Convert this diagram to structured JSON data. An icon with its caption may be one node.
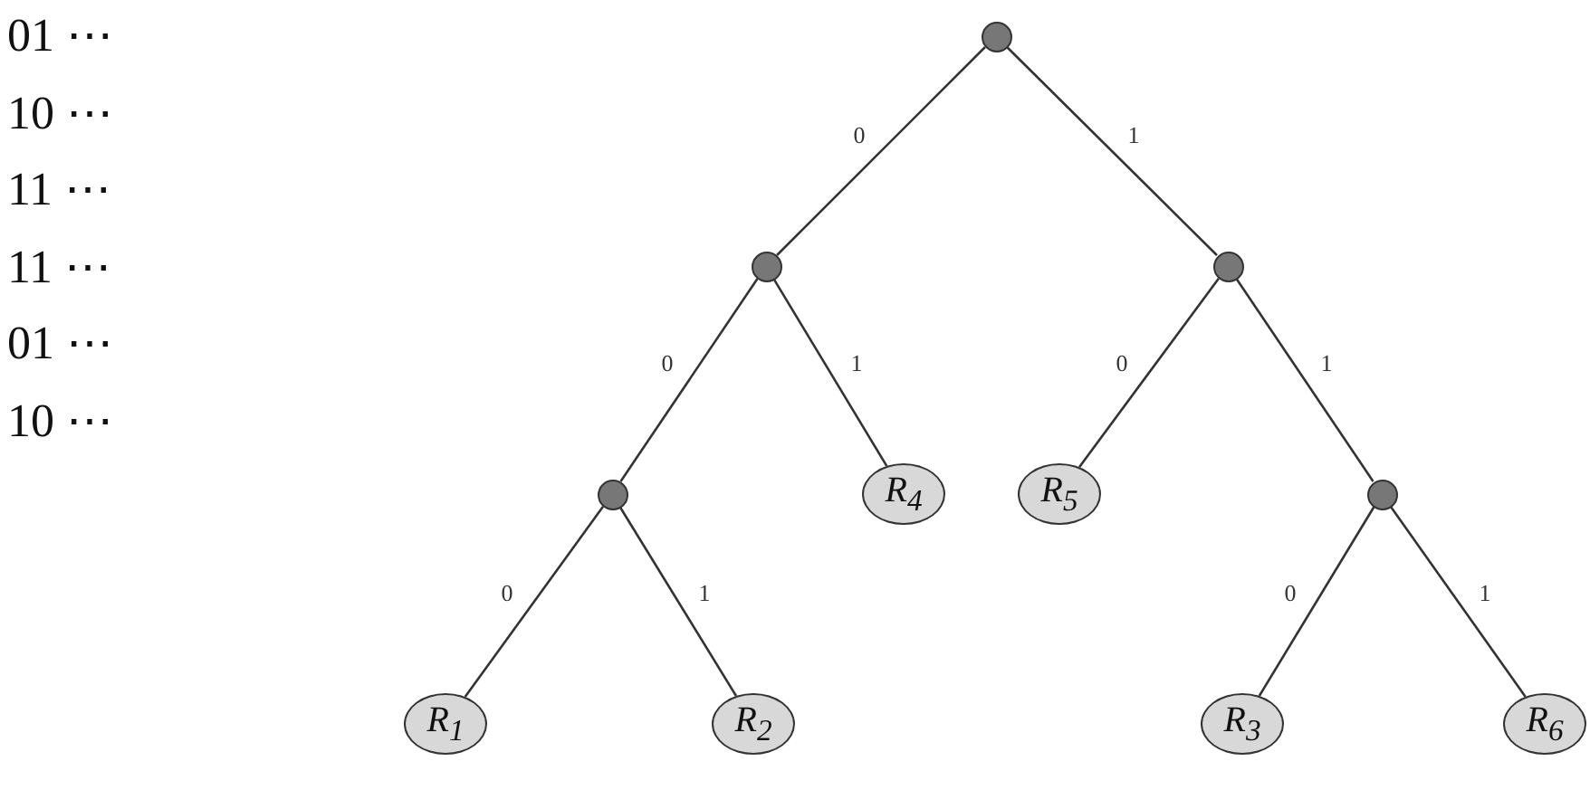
{
  "diagram": {
    "nodes": [
      {
        "text": [],
        "shape": "circle"
      },
      {
        "text": [],
        "shape": "circle"
      },
      {
        "text": [],
        "shape": "circle"
      },
      {
        "text": [],
        "shape": "circle"
      },
      {
        "text": [
          "R$_{4}$"
        ]
      },
      {
        "text": [
          "R$_{5}$"
        ]
      },
      {
        "text": [],
        "shape": "circle"
      },
      {
        "text": [
          "R$_{1}$"
        ]
      },
      {
        "text": [
          "R$_{2}$"
        ]
      },
      {
        "text": [
          "R$_{3}$"
        ]
      },
      {
        "text": [
          "R$_{6}$"
        ]
      }
    ],
    "edges": [
      {
        "from": 0,
        "to": 1,
        "arrow": "none",
        "label": "0"
      },
      {
        "from": 0,
        "to": 2,
        "arrow": "none",
        "label": "1"
      },
      {
        "from": 1,
        "to": 3,
        "arrow": "none",
        "label": "0"
      },
      {
        "from": 1,
        "to": 4,
        "arrow": "none",
        "label": "1"
      },
      {
        "from": 2,
        "to": 5,
        "arrow": "none",
        "label": "0"
      },
      {
        "from": 2,
        "to": 6,
        "arrow": "none",
        "label": "1"
      },
      {
        "from": 3,
        "to": 7,
        "arrow": "none",
        "label": "0"
      },
      {
        "from": 3,
        "to": 8,
        "arrow": "none",
        "label": "1"
      },
      {
        "from": 6,
        "to": 9,
        "arrow": "none",
        "label": "0"
      },
      {
        "from": 6,
        "to": 10,
        "arrow": "none",
        "label": "1"
      }
    ],
    "labels": [
      "01 ⋯",
      "10 ⋯",
      "11 ⋯",
      "11 ⋯",
      "01 ⋯",
      "10 ⋯"
    ]
  }
}
